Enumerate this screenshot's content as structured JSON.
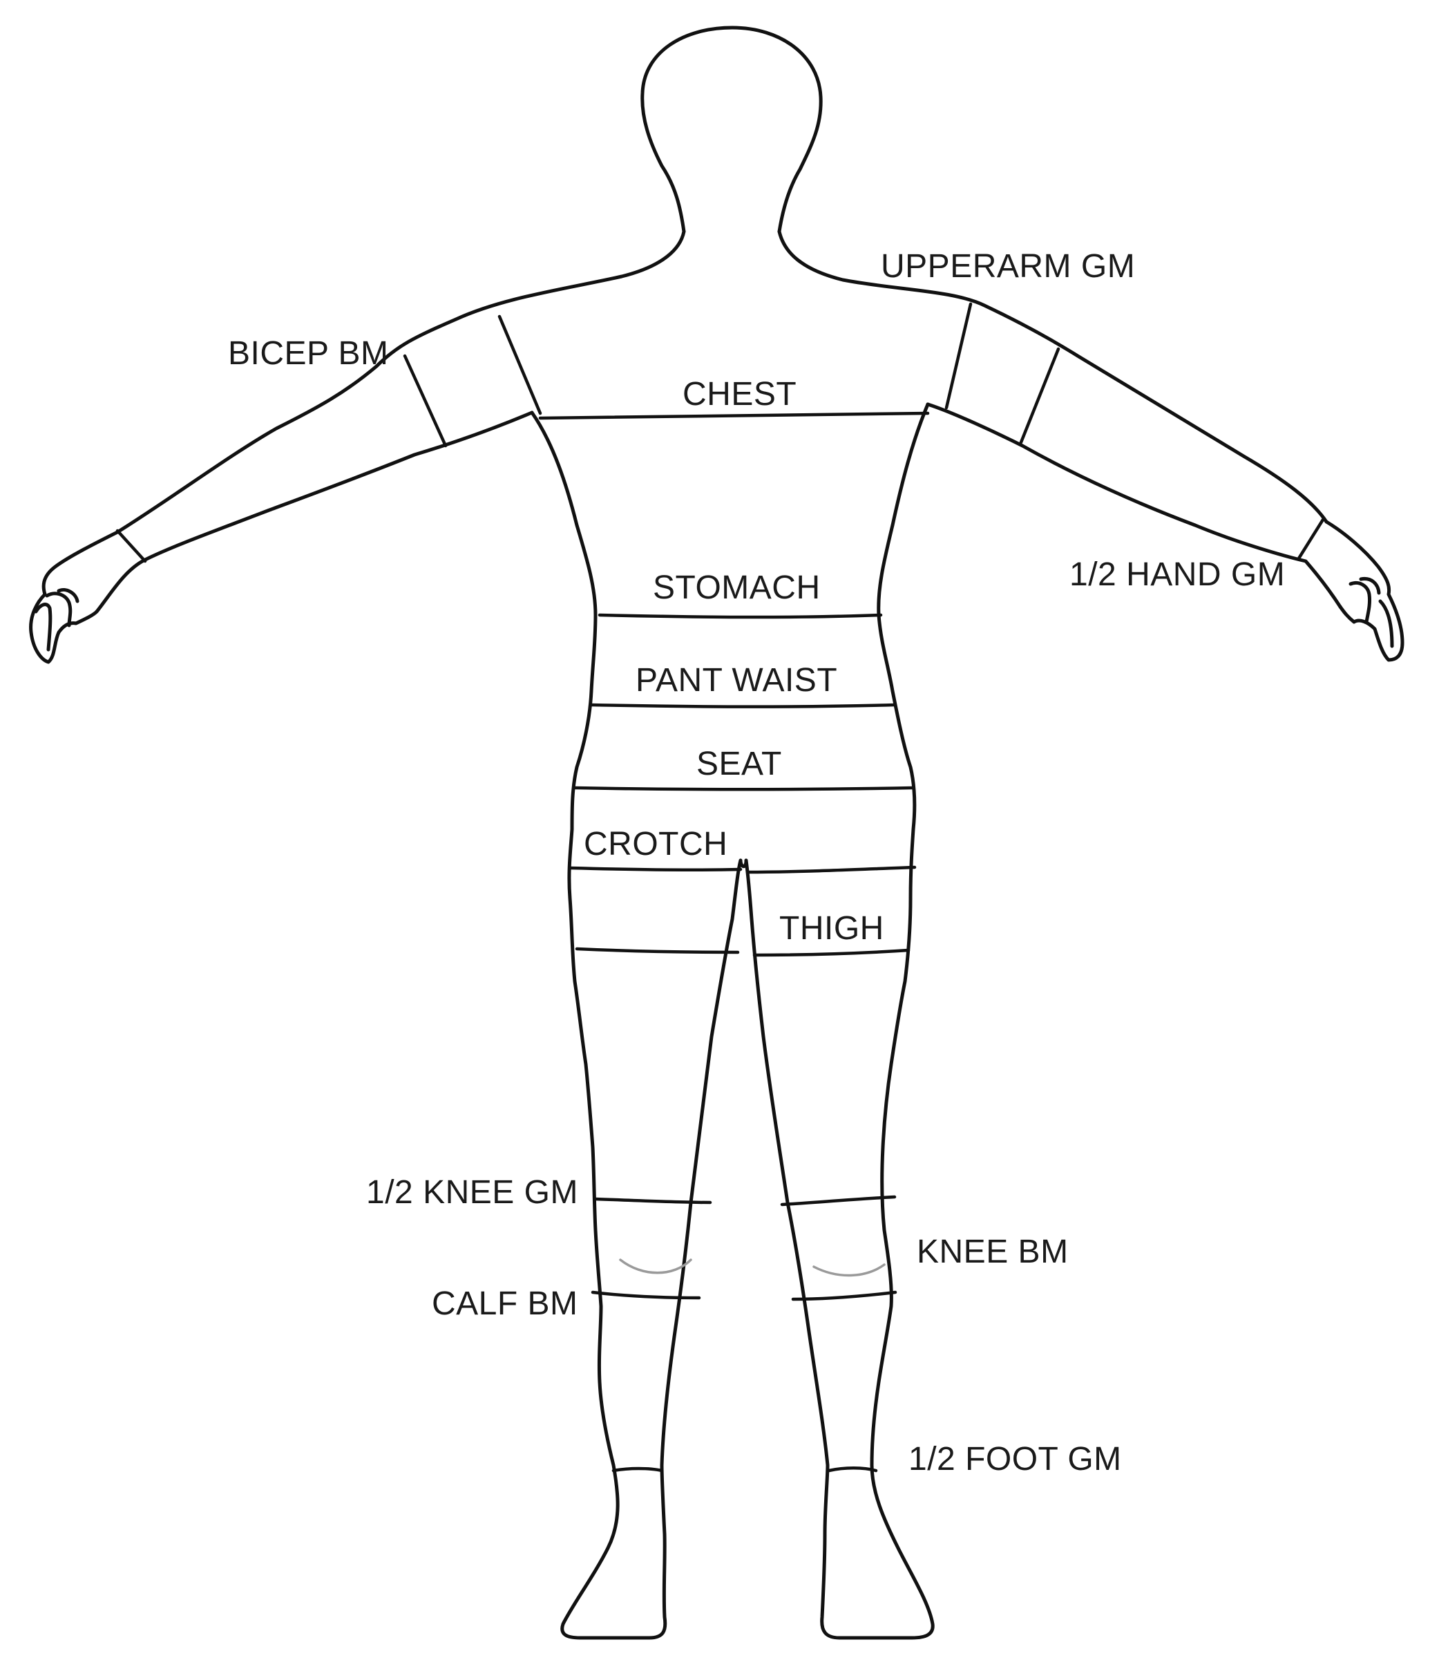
{
  "labels": {
    "upperarm_gm": "UPPERARM GM",
    "bicep_bm": "BICEP BM",
    "chest": "CHEST",
    "stomach": "STOMACH",
    "half_hand_gm": "1/2 HAND GM",
    "pant_waist": "PANT WAIST",
    "seat": "SEAT",
    "crotch": "CROTCH",
    "thigh": "THIGH",
    "half_knee_gm": "1/2 KNEE GM",
    "knee_bm": "KNEE BM",
    "calf_bm": "CALF BM",
    "half_foot_gm": "1/2 FOOT GM"
  }
}
